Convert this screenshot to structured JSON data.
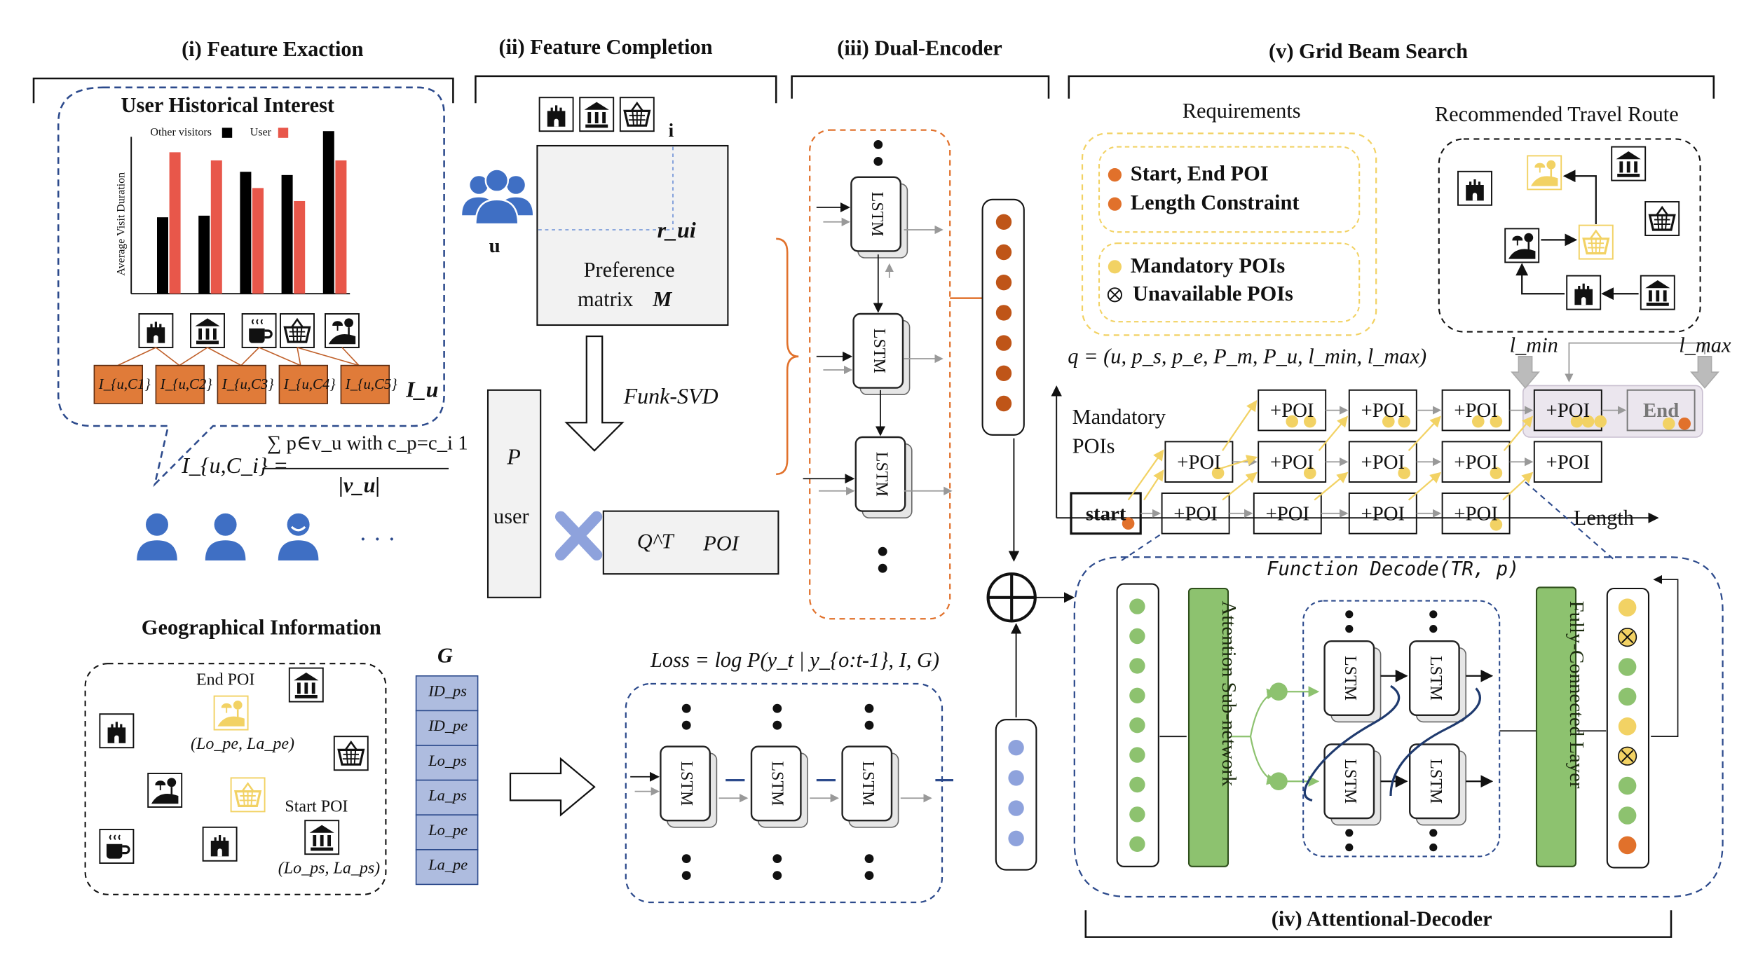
{
  "sections": {
    "feature_extraction": "(i) Feature Exaction",
    "feature_completion": "(ii) Feature Completion",
    "dual_encoder": "(iii) Dual-Encoder",
    "grid_beam_search": "(v) Grid Beam Search",
    "attentional_decoder": "(iv) Attentional-Decoder"
  },
  "user_interest": {
    "title": "User Historical Interest",
    "chart_ylabel": "Average Visit Duration",
    "legend_other": "Other visitors",
    "legend_user": "User",
    "interest_label": "I_u",
    "formula_lhs": "I_{u,C_i} =",
    "formula_num": "∑ p∈v_u with c_p=c_i 1",
    "formula_den": "|v_u|",
    "cells": [
      "I_{u,C1}",
      "I_{u,C2}",
      "I_{u,C3}",
      "I_{u,C4}",
      "I_{u,C5}"
    ],
    "ellipsis": "· · ·"
  },
  "chart_data": {
    "type": "bar",
    "categories": [
      "castle",
      "museum",
      "cafe",
      "shopping",
      "park"
    ],
    "series": [
      {
        "name": "Other visitors",
        "values": [
          0.47,
          0.48,
          0.75,
          0.73,
          1.0
        ]
      },
      {
        "name": "User",
        "values": [
          0.87,
          0.82,
          0.65,
          0.57,
          0.82
        ]
      }
    ],
    "ylabel": "Average Visit Duration",
    "colors": {
      "Other visitors": "#000000",
      "User": "#e8574a"
    }
  },
  "completion": {
    "item_label": "i",
    "user_label": "u",
    "rating": "r_ui",
    "matrix_line1": "Preference",
    "matrix_line2": "matrix",
    "matrix_symbol": "M",
    "method": "Funk-SVD",
    "p_label": "P",
    "p_sub": "user",
    "q_label": "Q^T",
    "q_sub": "POI"
  },
  "encoder": {
    "lstm": "LSTM"
  },
  "loss": "Loss = log P(y_t | y_{o:t-1}, I, G)",
  "geo": {
    "title": "Geographical Information",
    "end_label": "End POI",
    "end_coord": "(Lo_pe, La_pe)",
    "start_label": "Start POI",
    "start_coord": "(Lo_ps, La_ps)",
    "g_label": "G",
    "g_cells": [
      "ID_ps",
      "ID_pe",
      "Lo_ps",
      "La_ps",
      "Lo_pe",
      "La_pe"
    ]
  },
  "requirements": {
    "title": "Requirements",
    "start_end": "Start,  End POI",
    "length": "Length Constraint",
    "mandatory": "Mandatory POIs",
    "unavailable": "Unavailable POIs"
  },
  "route": {
    "title": "Recommended Travel Route"
  },
  "beam": {
    "query": "q = (u, p_s, p_e, P_m, P_u, l_min, l_max)",
    "mandatory_axis": "Mandatory POIs",
    "length_axis": "Length",
    "start": "start",
    "end": "End",
    "poi": "+POI",
    "lmin": "l_min",
    "lmax": "l_max"
  },
  "decoder": {
    "function": "Function  Decode(TR, p)",
    "attention": "Attention Sub-network",
    "fc": "Fully-Connected Layer"
  },
  "colors": {
    "orange": "#e1712b",
    "red": "#e8574a",
    "cellOrange": "#e07b39",
    "blue": "#2c4a8c",
    "yellow": "#f2d264",
    "green": "#8dc26f",
    "lightblue": "#8ea2dc",
    "gcell": "#aebcdf"
  }
}
